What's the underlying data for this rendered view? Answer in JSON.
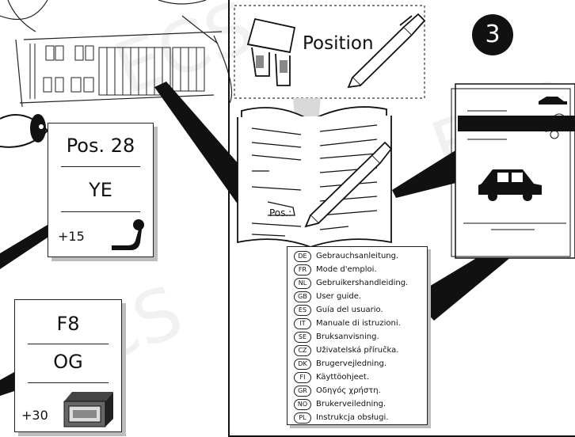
{
  "step": {
    "number": "3"
  },
  "header": {
    "position_label": "Position"
  },
  "manual": {
    "pos_label": "Pos.:"
  },
  "card_top": {
    "position": "Pos. 28",
    "color_code": "YE",
    "offset": "+15"
  },
  "card_bottom": {
    "fuse": "F8",
    "color_code": "OG",
    "offset": "+30"
  },
  "languages": [
    {
      "code": "DE",
      "text": "Gebrauchsanleitung."
    },
    {
      "code": "FR",
      "text": "Mode d'emploi."
    },
    {
      "code": "NL",
      "text": "Gebruikershandleiding."
    },
    {
      "code": "GB",
      "text": "User guide."
    },
    {
      "code": "ES",
      "text": "Guía del usuario."
    },
    {
      "code": "IT",
      "text": "Manuale di istruzioni."
    },
    {
      "code": "SE",
      "text": "Bruksanvisning."
    },
    {
      "code": "CZ",
      "text": "Uživatelská příručka."
    },
    {
      "code": "DK",
      "text": "Brugervejledning."
    },
    {
      "code": "FI",
      "text": "Käyttöohjeet."
    },
    {
      "code": "GR",
      "text": "Οδηγός χρήστη."
    },
    {
      "code": "NO",
      "text": "Brukerveiledning."
    },
    {
      "code": "PL",
      "text": "Instrukcja obsługi."
    }
  ],
  "icons": [
    "fuse-icon",
    "pen-icon",
    "eye-icon",
    "tow-hook-icon",
    "relay-module-icon",
    "car-icon",
    "manual-book-icon"
  ]
}
